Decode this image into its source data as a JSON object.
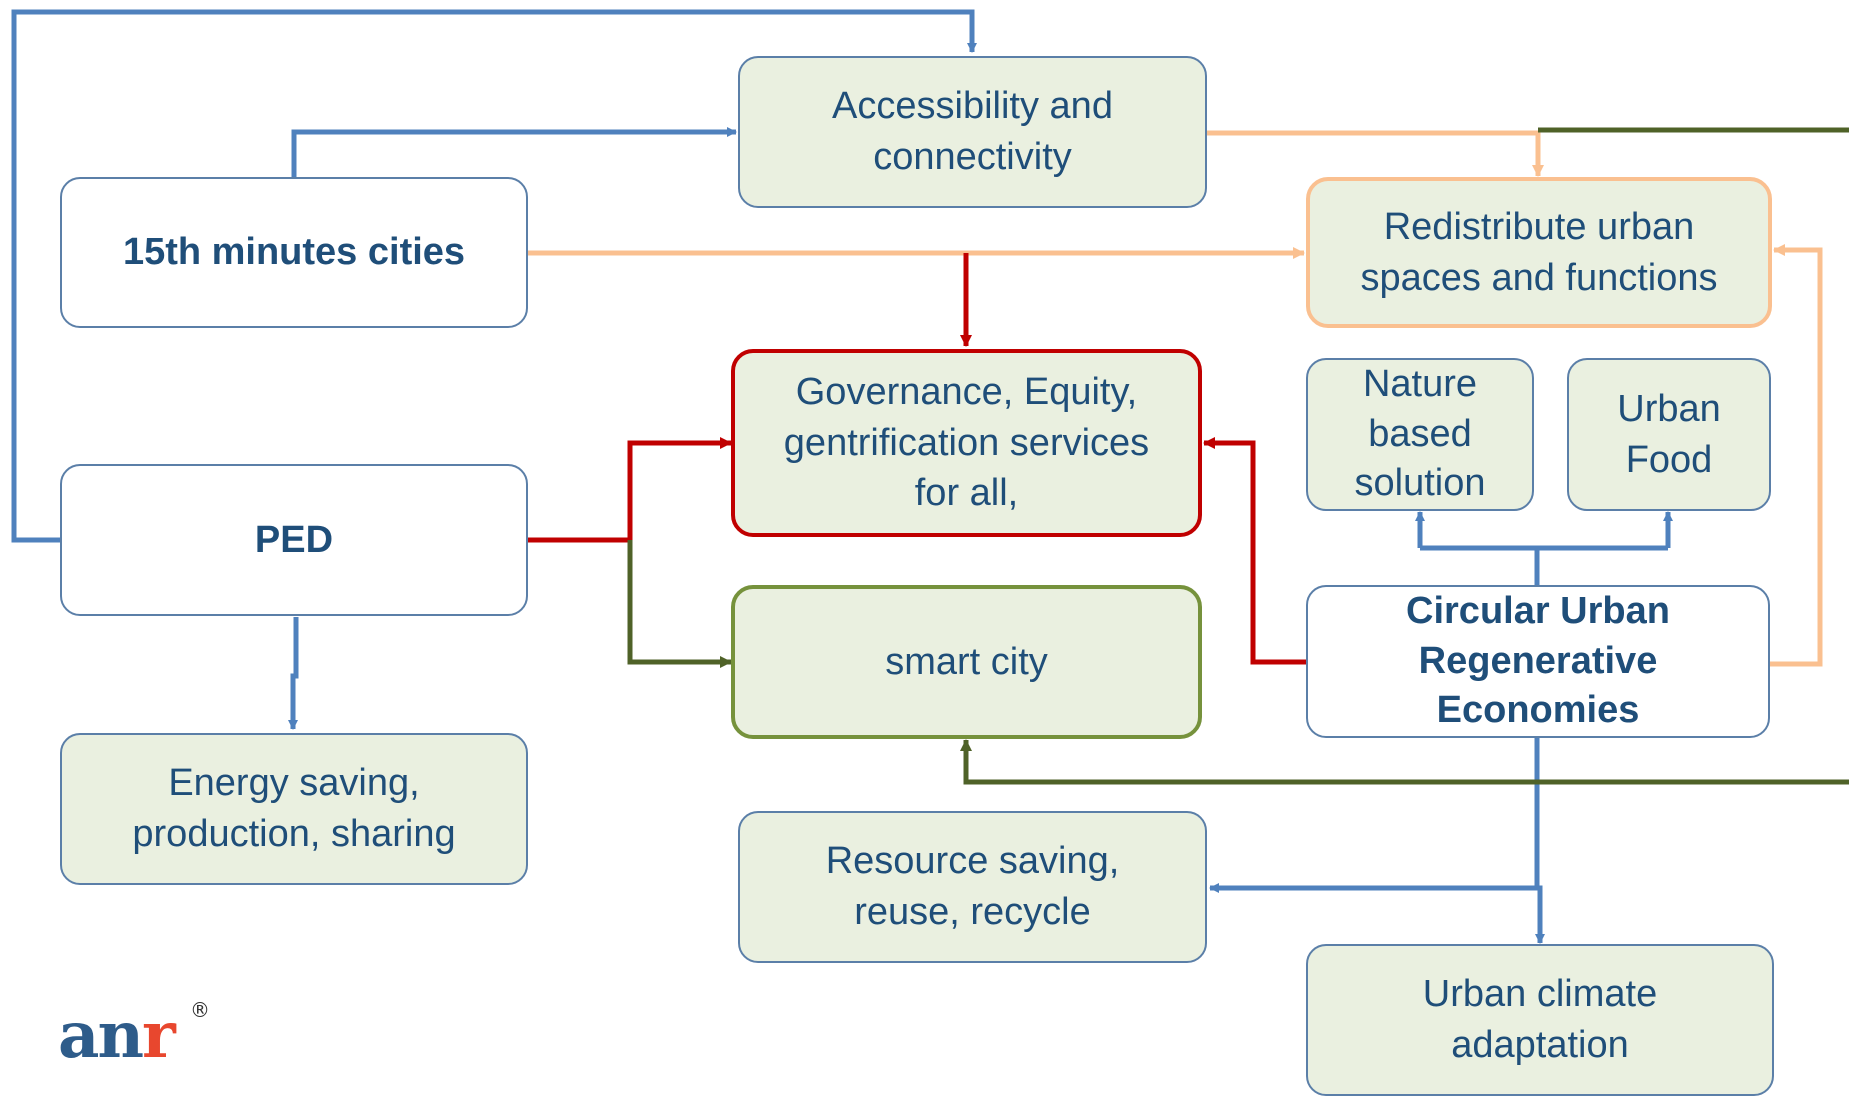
{
  "nodes": {
    "accessibility": "Accessibility and connectivity",
    "cities15": "15th minutes cities",
    "redistribute": "Redistribute urban spaces and functions",
    "governance": "Governance, Equity, gentrification services for all,",
    "nature": "Nature based solution",
    "urban_food": "Urban Food",
    "ped": "PED",
    "smart_city": "smart city",
    "circular": "Circular Urban Regenerative Economies",
    "energy": "Energy saving, production, sharing",
    "resource": "Resource saving, reuse, recycle",
    "climate": "Urban climate adaptation"
  },
  "logo": {
    "text_a": "an",
    "text_b": "r",
    "mark": "®"
  },
  "colors": {
    "blue": "#4f81bd",
    "orange": "#fac090",
    "red": "#c00000",
    "green": "#4f6228",
    "node_text": "#1f4e79",
    "node_fill": "#eaf0e0"
  }
}
